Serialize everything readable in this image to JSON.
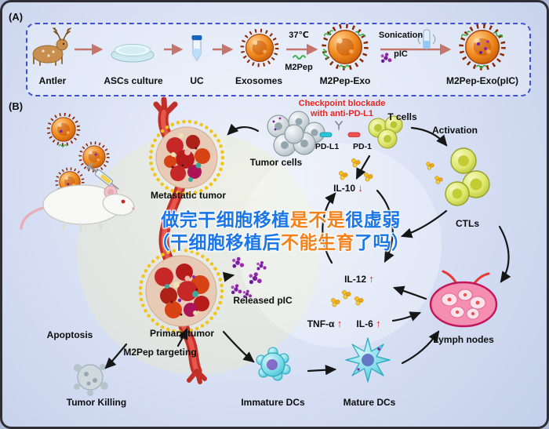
{
  "panelA": {
    "tag": "(A)",
    "steps": {
      "antler": "Antler",
      "ascs_culture": "ASCs culture",
      "uc": "UC",
      "exosomes": "Exosomes",
      "m2pep_exo": "M2Pep-Exo",
      "m2pep_exo_pic": "M2Pep-Exo(pIC)"
    },
    "annotations": {
      "temperature": "37℃",
      "m2pep": "M2Pep",
      "sonication": "Sonication",
      "pic": "pIC"
    }
  },
  "panelB": {
    "tag": "(B)",
    "checkpoint_line1": "Checkpoint blockade",
    "checkpoint_line2": "with anti-PD-L1",
    "labels": {
      "t_cells": "T cells",
      "tumor_cells": "Tumor cells",
      "pd_l1": "PD-L1",
      "pd_1": "PD-1",
      "activation": "Activation",
      "metastatic_tumor": "Metastatic tumor",
      "ctls": "CTLs",
      "released_pic": "Released pIC",
      "primary_tumor": "Primary tumor",
      "m2pep_targeting": "M2Pep targeting",
      "apoptosis": "Apoptosis",
      "lymph_nodes": "Lymph nodes",
      "tumor_killing": "Tumor Killing",
      "immature_dcs": "Immature DCs",
      "mature_dcs": "Mature DCs"
    },
    "cytokines": {
      "il10": "IL-10",
      "il10_arrow": "↓",
      "il12": "IL-12",
      "il12_arrow": "↑",
      "tnfa": "TNF-α",
      "tnfa_arrow": "↑",
      "il6": "IL-6",
      "il6_arrow": "↑"
    }
  },
  "watermark": {
    "line1_segments": [
      {
        "text": "做完干细胞移植",
        "color": "#1b76e8"
      },
      {
        "text": "是不是",
        "color": "#f2821c"
      },
      {
        "text": "很虚弱",
        "color": "#1b76e8"
      }
    ],
    "line2_segments": [
      {
        "text": "（干细胞移植后",
        "color": "#1b76e8"
      },
      {
        "text": "不能生育",
        "color": "#f2821c"
      },
      {
        "text": "了吗）",
        "color": "#1b76e8"
      }
    ]
  },
  "colors": {
    "checkpoint_red": "#e8251f",
    "cytokine_arrow_red": "#e8251f",
    "dashed_border_blue": "#3f51d6",
    "watermark_blue": "#1b76e8",
    "watermark_orange": "#f2821c",
    "exosome_orange": "#f08a1e",
    "vessel_red": "#c03028"
  }
}
